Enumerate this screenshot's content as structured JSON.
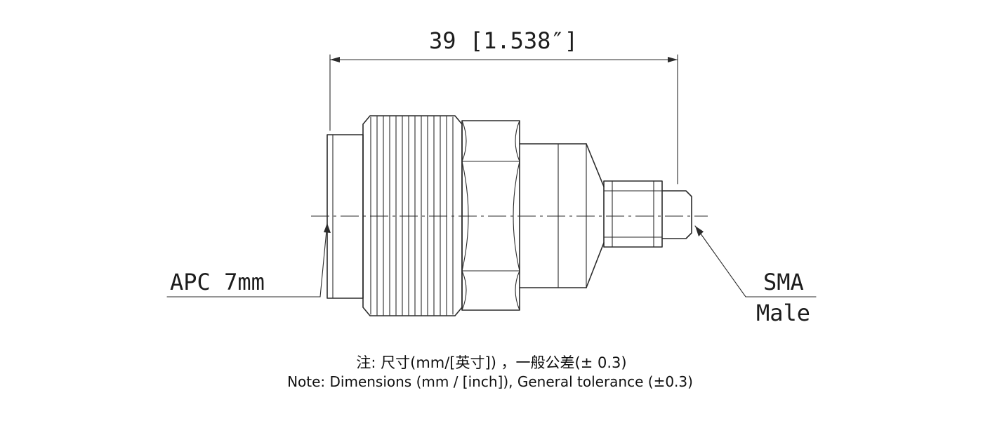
{
  "drawing": {
    "dimension_label": "39 [1.538″]",
    "left_label": "APC 7mm",
    "right_label_line1": "SMA",
    "right_label_line2": "Male",
    "note_cn": "注: 尺寸(mm/[英寸]) ，一般公差(± 0.3)",
    "note_en": "Note: Dimensions (mm / [inch]), General tolerance (±0.3)",
    "line_color": "#2b2b2b",
    "background": "#ffffff"
  }
}
